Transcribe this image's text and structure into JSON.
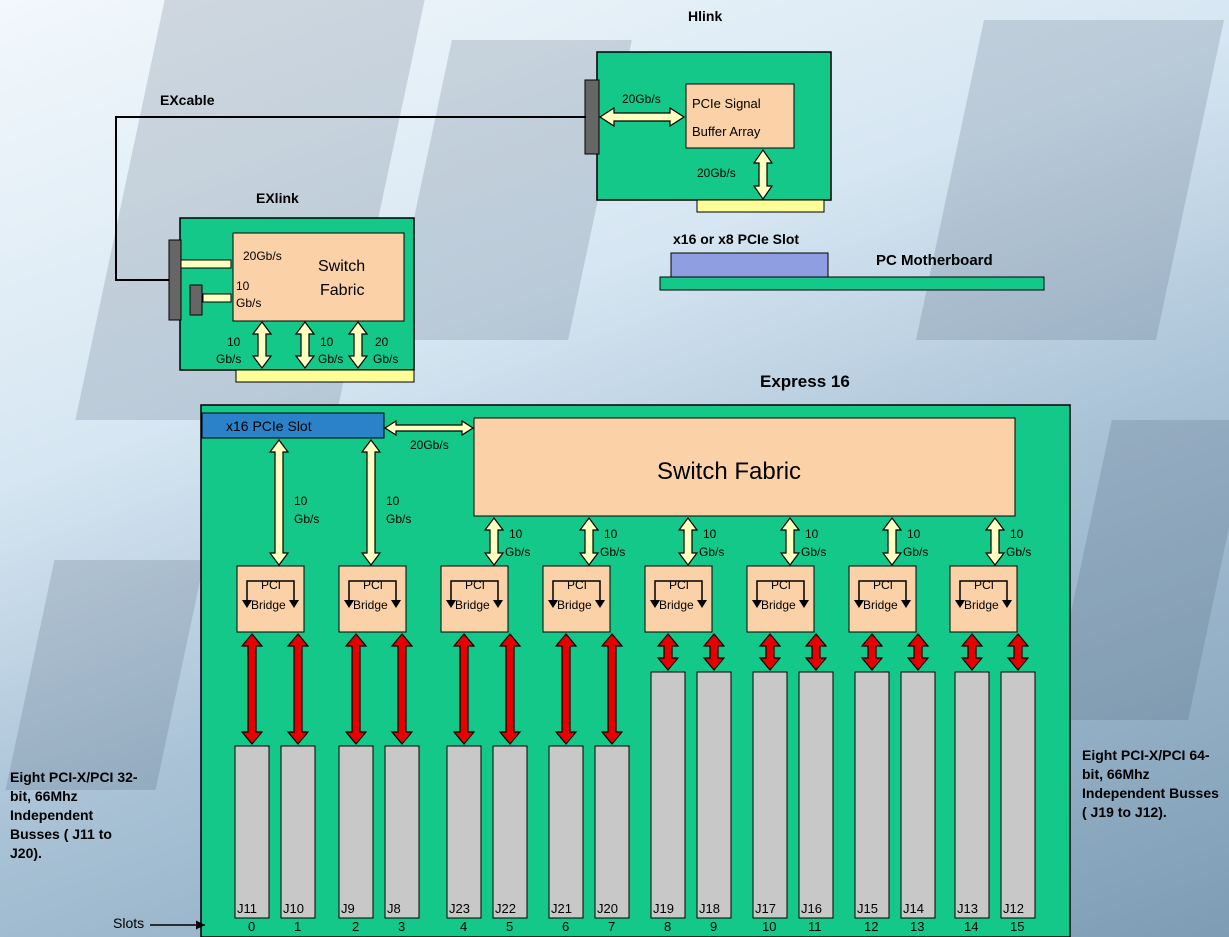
{
  "colors": {
    "board": "#14c88a",
    "chip": "#fbd2a8",
    "arrow_light": "#ffffc0",
    "arrow_red": "#e60000",
    "slot": "#c8c8c8",
    "pcie_slot": "#2b82c9",
    "edge": "#ffff99"
  },
  "hlink": {
    "title": "Hlink",
    "rate_in": "20Gb/s",
    "buffer_line1": "PCIe Signal",
    "buffer_line2": "Buffer Array",
    "rate_down": "20Gb/s"
  },
  "excable": {
    "title": "EXcable"
  },
  "exlink": {
    "title": "EXlink",
    "rate_top": "20Gb/s",
    "rate_mid_1": "10",
    "rate_mid_2": "Gb/s",
    "switch_line1": "Switch",
    "switch_line2": "Fabric",
    "bottom_rates": [
      {
        "a": "10",
        "b": "Gb/s"
      },
      {
        "a": "10",
        "b": "Gb/s"
      },
      {
        "a": "20",
        "b": "Gb/s"
      }
    ]
  },
  "motherboard": {
    "slot_label": "x16 or x8 PCIe Slot",
    "title": "PC Motherboard"
  },
  "express16": {
    "title": "Express 16",
    "pcie_slot": "x16 PCIe Slot",
    "link_rate": "20Gb/s",
    "switch_fabric": "Switch Fabric",
    "left_rates": [
      {
        "a": "10",
        "b": "Gb/s"
      },
      {
        "a": "10",
        "b": "Gb/s"
      }
    ],
    "fabric_rates": [
      {
        "a": "10",
        "b": "Gb/s"
      },
      {
        "a": "10",
        "b": "Gb/s"
      },
      {
        "a": "10",
        "b": "Gb/s"
      },
      {
        "a": "10",
        "b": "Gb/s"
      },
      {
        "a": "10",
        "b": "Gb/s"
      },
      {
        "a": "10",
        "b": "Gb/s"
      }
    ],
    "bridges": [
      {
        "l1": "PCI",
        "l2": "Bridge"
      },
      {
        "l1": "PCI",
        "l2": "Bridge"
      },
      {
        "l1": "PCI",
        "l2": "Bridge"
      },
      {
        "l1": "PCI",
        "l2": "Bridge"
      },
      {
        "l1": "PCI",
        "l2": "Bridge"
      },
      {
        "l1": "PCI",
        "l2": "Bridge"
      },
      {
        "l1": "PCI",
        "l2": "Bridge"
      },
      {
        "l1": "PCI",
        "l2": "Bridge"
      }
    ],
    "connectors": [
      "J11",
      "J10",
      "J9",
      "J8",
      "J23",
      "J22",
      "J21",
      "J20",
      "J19",
      "J18",
      "J17",
      "J16",
      "J15",
      "J14",
      "J13",
      "J12"
    ],
    "slot_numbers": [
      "0",
      "1",
      "2",
      "3",
      "4",
      "5",
      "6",
      "7",
      "8",
      "9",
      "10",
      "11",
      "12",
      "13",
      "14",
      "15"
    ],
    "slots_label": "Slots"
  },
  "notes": {
    "left": "Eight PCI-X/PCI 32-bit, 66Mhz Independent Busses ( J11 to J20).",
    "right": "Eight PCI-X/PCI 64-bit, 66Mhz Independent Busses ( J19 to J12)."
  }
}
